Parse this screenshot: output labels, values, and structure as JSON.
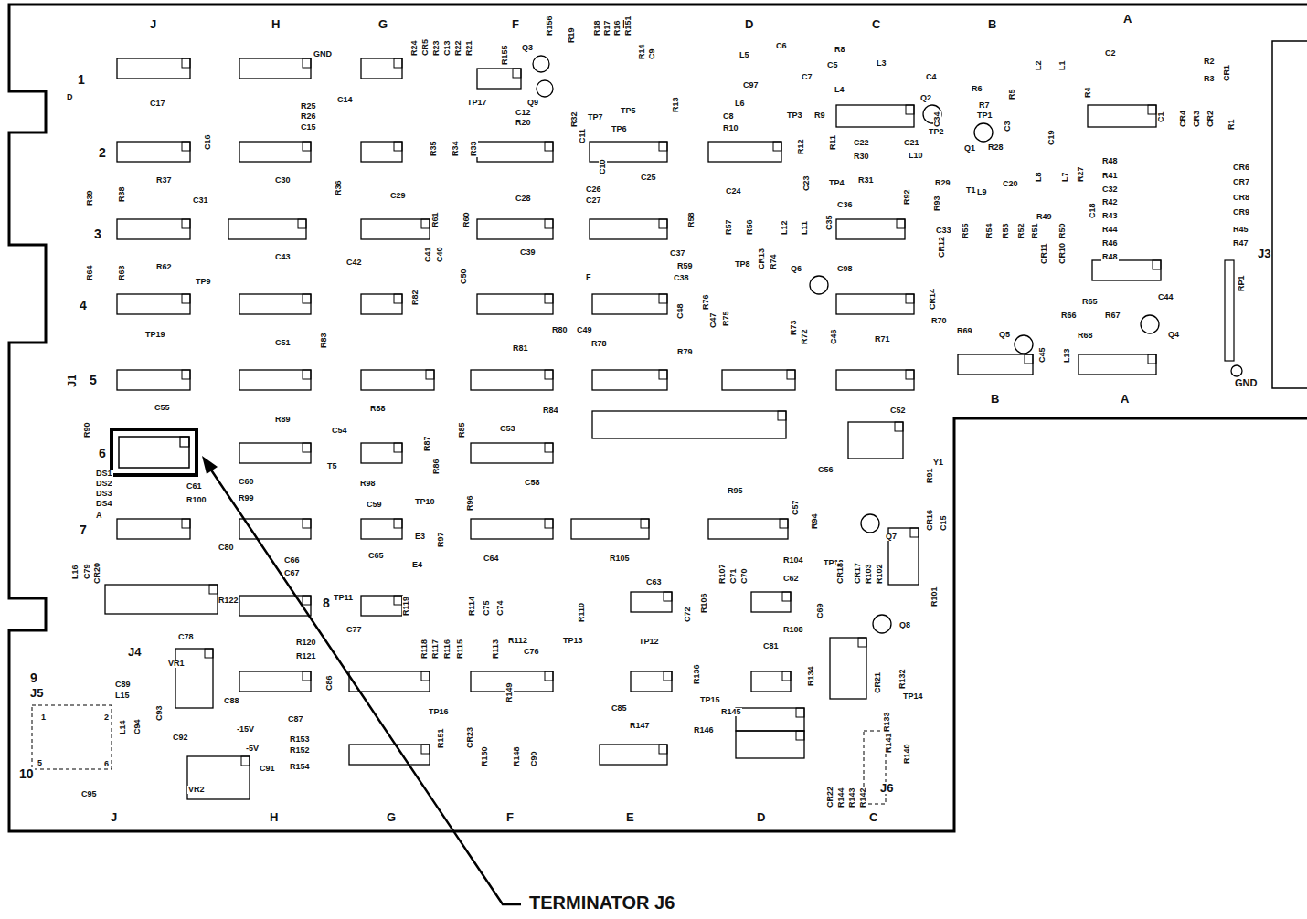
{
  "diagram": {
    "labels": [
      "J",
      "H",
      "G",
      "F",
      "E",
      "D",
      "C",
      "B",
      "A",
      "J",
      "H",
      "G",
      "F",
      "E",
      "D",
      "C",
      "B",
      "A",
      "1",
      "2",
      "3",
      "4",
      "5",
      "6",
      "7",
      "8",
      "9",
      "10",
      "J3",
      "J4",
      "J5",
      "J6",
      "J1",
      "GND",
      "GND",
      "D",
      "A",
      "DS1",
      "DS2",
      "DS3",
      "DS4",
      "-15V",
      "-5V",
      "VR1",
      "VR2",
      "Y1",
      "T1",
      "T5",
      "E3",
      "E4",
      "F",
      "RP1",
      "TERMINATOR J6",
      "1",
      "2",
      "5",
      "6",
      "TP17",
      "TP7",
      "TP6",
      "TP5",
      "TP3",
      "TP1",
      "TP2",
      "TP4",
      "TP8",
      "TP9",
      "TP19",
      "TP18",
      "TP10",
      "TP11",
      "TP13",
      "TP12",
      "TP15",
      "TP16",
      "TP14",
      "Q1",
      "Q2",
      "Q3",
      "Q9",
      "Q4",
      "Q5",
      "Q6",
      "Q7",
      "Q8",
      "R24",
      "CR5",
      "R23",
      "C13",
      "R22",
      "R21",
      "R155",
      "R156",
      "R19",
      "R18",
      "R17",
      "R16",
      "R151",
      "R14",
      "C9",
      "R13",
      "L5",
      "C6",
      "R8",
      "C5",
      "C7",
      "L4",
      "L3",
      "C4",
      "R6",
      "R7",
      "R5",
      "L2",
      "L1",
      "R4",
      "C2",
      "R2",
      "R3",
      "CR1",
      "C97",
      "L6",
      "C8",
      "R10",
      "R9",
      "C34",
      "C3",
      "C1",
      "CR4",
      "CR3",
      "CR2",
      "R1",
      "C12",
      "R20",
      "R32",
      "C11",
      "C10",
      "R35",
      "R34",
      "R33",
      "R12",
      "R11",
      "C22",
      "R30",
      "C21",
      "L10",
      "R28",
      "R29",
      "R31",
      "C20",
      "C19",
      "L8",
      "L7",
      "R27",
      "CR6",
      "CR7",
      "R48",
      "R41",
      "C32",
      "R42",
      "R43",
      "R44",
      "R46",
      "R48",
      "CR8",
      "CR9",
      "R45",
      "R47",
      "C18",
      "C25",
      "C26",
      "C27",
      "C24",
      "C23",
      "C36",
      "C35",
      "L11",
      "L12",
      "R57",
      "R56",
      "R58",
      "C28",
      "C29",
      "R36",
      "R61",
      "R60",
      "C14",
      "R25",
      "R26",
      "C15",
      "C16",
      "C17",
      "R37",
      "R38",
      "R39",
      "C31",
      "C30",
      "C33",
      "L9",
      "R55",
      "R54",
      "R53",
      "R52",
      "R51",
      "R50",
      "R49",
      "R92",
      "R93",
      "C43",
      "C42",
      "C41",
      "C40",
      "R82",
      "C50",
      "C39",
      "C37",
      "R59",
      "C38",
      "R76",
      "C48",
      "C47",
      "R75",
      "CR13",
      "R74",
      "R73",
      "C98",
      "CR14",
      "R70",
      "CR12",
      "CR11",
      "CR10",
      "R64",
      "R63",
      "R62",
      "R65",
      "R66",
      "R67",
      "R69",
      "R68",
      "C44",
      "C45",
      "L13",
      "R72",
      "C46",
      "R71",
      "C51",
      "R83",
      "R80",
      "R81",
      "C49",
      "R78",
      "R79",
      "C55",
      "R90",
      "R89",
      "R88",
      "C54",
      "R87",
      "R85",
      "R86",
      "C53",
      "R84",
      "C52",
      "C56",
      "R91",
      "C61",
      "R100",
      "C60",
      "R99",
      "R98",
      "C59",
      "R96",
      "C58",
      "R95",
      "C57",
      "R94",
      "CR16",
      "C15",
      "R97",
      "L16",
      "C79",
      "CR20",
      "C80",
      "C66",
      "C67",
      "C65",
      "C64",
      "R105",
      "C63",
      "R107",
      "C71",
      "C70",
      "R104",
      "C62",
      "CR18",
      "CR17",
      "R103",
      "R102",
      "R101",
      "R122",
      "R119",
      "R114",
      "C75",
      "C74",
      "R110",
      "C72",
      "R106",
      "R108",
      "C69",
      "C77",
      "R118",
      "R117",
      "R116",
      "R115",
      "R113",
      "R112",
      "C76",
      "R120",
      "R121",
      "C78",
      "R136",
      "C81",
      "R134",
      "CR21",
      "R132",
      "R133",
      "C85",
      "R145",
      "R147",
      "R146",
      "C86",
      "C88",
      "C87",
      "R153",
      "R152",
      "R154",
      "C92",
      "C91",
      "C89",
      "L15",
      "L14",
      "C94",
      "C93",
      "C95",
      "R151",
      "CR23",
      "R150",
      "R149",
      "R148",
      "C90",
      "CR22",
      "R144",
      "R143",
      "R142",
      "R141",
      "R140"
    ]
  }
}
